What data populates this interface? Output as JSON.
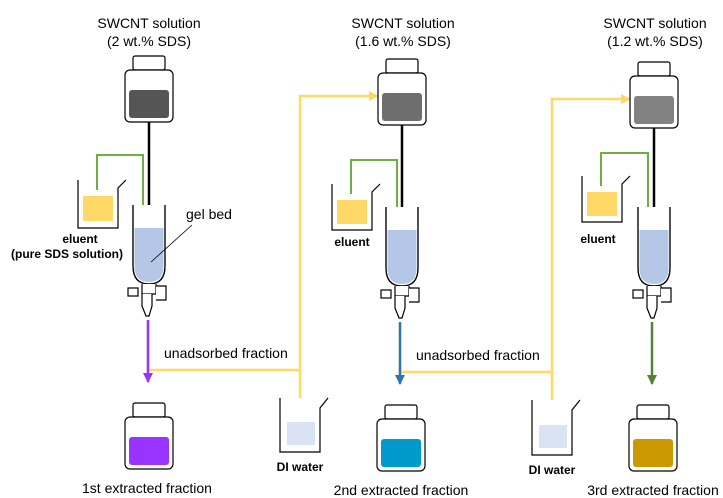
{
  "stages": [
    {
      "title_line1": "SWCNT solution",
      "title_line2": "(2 wt.% SDS)",
      "eluent_label": "eluent",
      "eluent_note": "(pure SDS solution)",
      "gel_label": "gel bed",
      "fraction_label": "1st extracted fraction",
      "source_color": "#555555",
      "fraction_color": "#9933ff",
      "arrow_color": "#9933ff"
    },
    {
      "title_line1": "SWCNT solution",
      "title_line2": "(1.6 wt.% SDS)",
      "eluent_label": "eluent",
      "fraction_label": "2nd extracted fraction",
      "source_color": "#6e6e6e",
      "fraction_color": "#0099cc",
      "arrow_color": "#2e75b6"
    },
    {
      "title_line1": "SWCNT solution",
      "title_line2": "(1.2 wt.% SDS)",
      "eluent_label": "eluent",
      "fraction_label": "3rd extracted fraction",
      "source_color": "#828282",
      "fraction_color": "#cc9900",
      "arrow_color": "#548235"
    }
  ],
  "transfers": [
    {
      "label": "unadsorbed fraction",
      "water_label": "DI water"
    },
    {
      "label": "unadsorbed fraction",
      "water_label": "DI water"
    }
  ],
  "colors": {
    "eluent_line": "#70ad47",
    "unadsorbed_line": "#ffd966",
    "eluent_fill": "#ffd966",
    "gel_fill": "#b4c7e7",
    "water_fill": "#dae3f3",
    "outline": "#000000"
  }
}
